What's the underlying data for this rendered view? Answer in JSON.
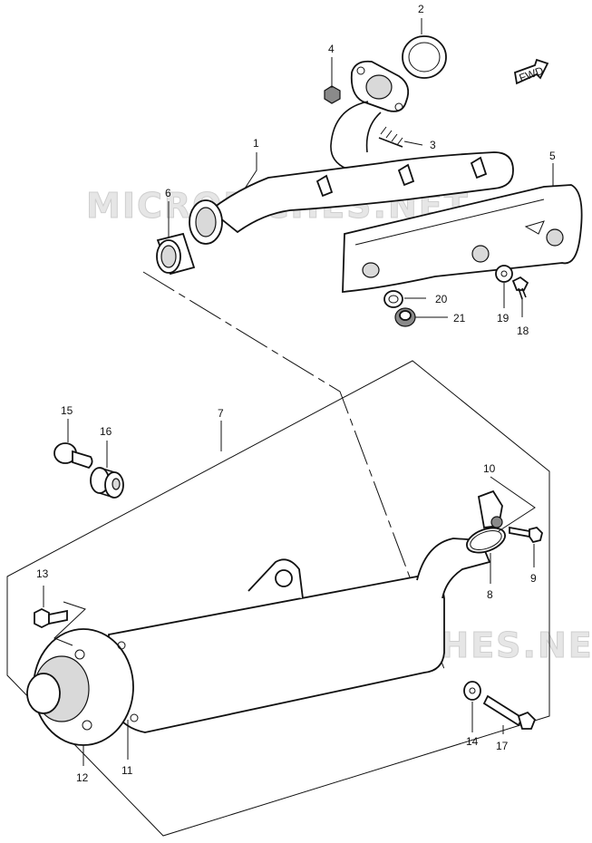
{
  "watermark": "MICROFICHES.NET",
  "direction_tag": "FWD",
  "callouts": [
    "1",
    "2",
    "3",
    "4",
    "5",
    "6",
    "7",
    "8",
    "9",
    "10",
    "11",
    "12",
    "13",
    "14",
    "15",
    "16",
    "17",
    "18",
    "19",
    "20",
    "21"
  ]
}
